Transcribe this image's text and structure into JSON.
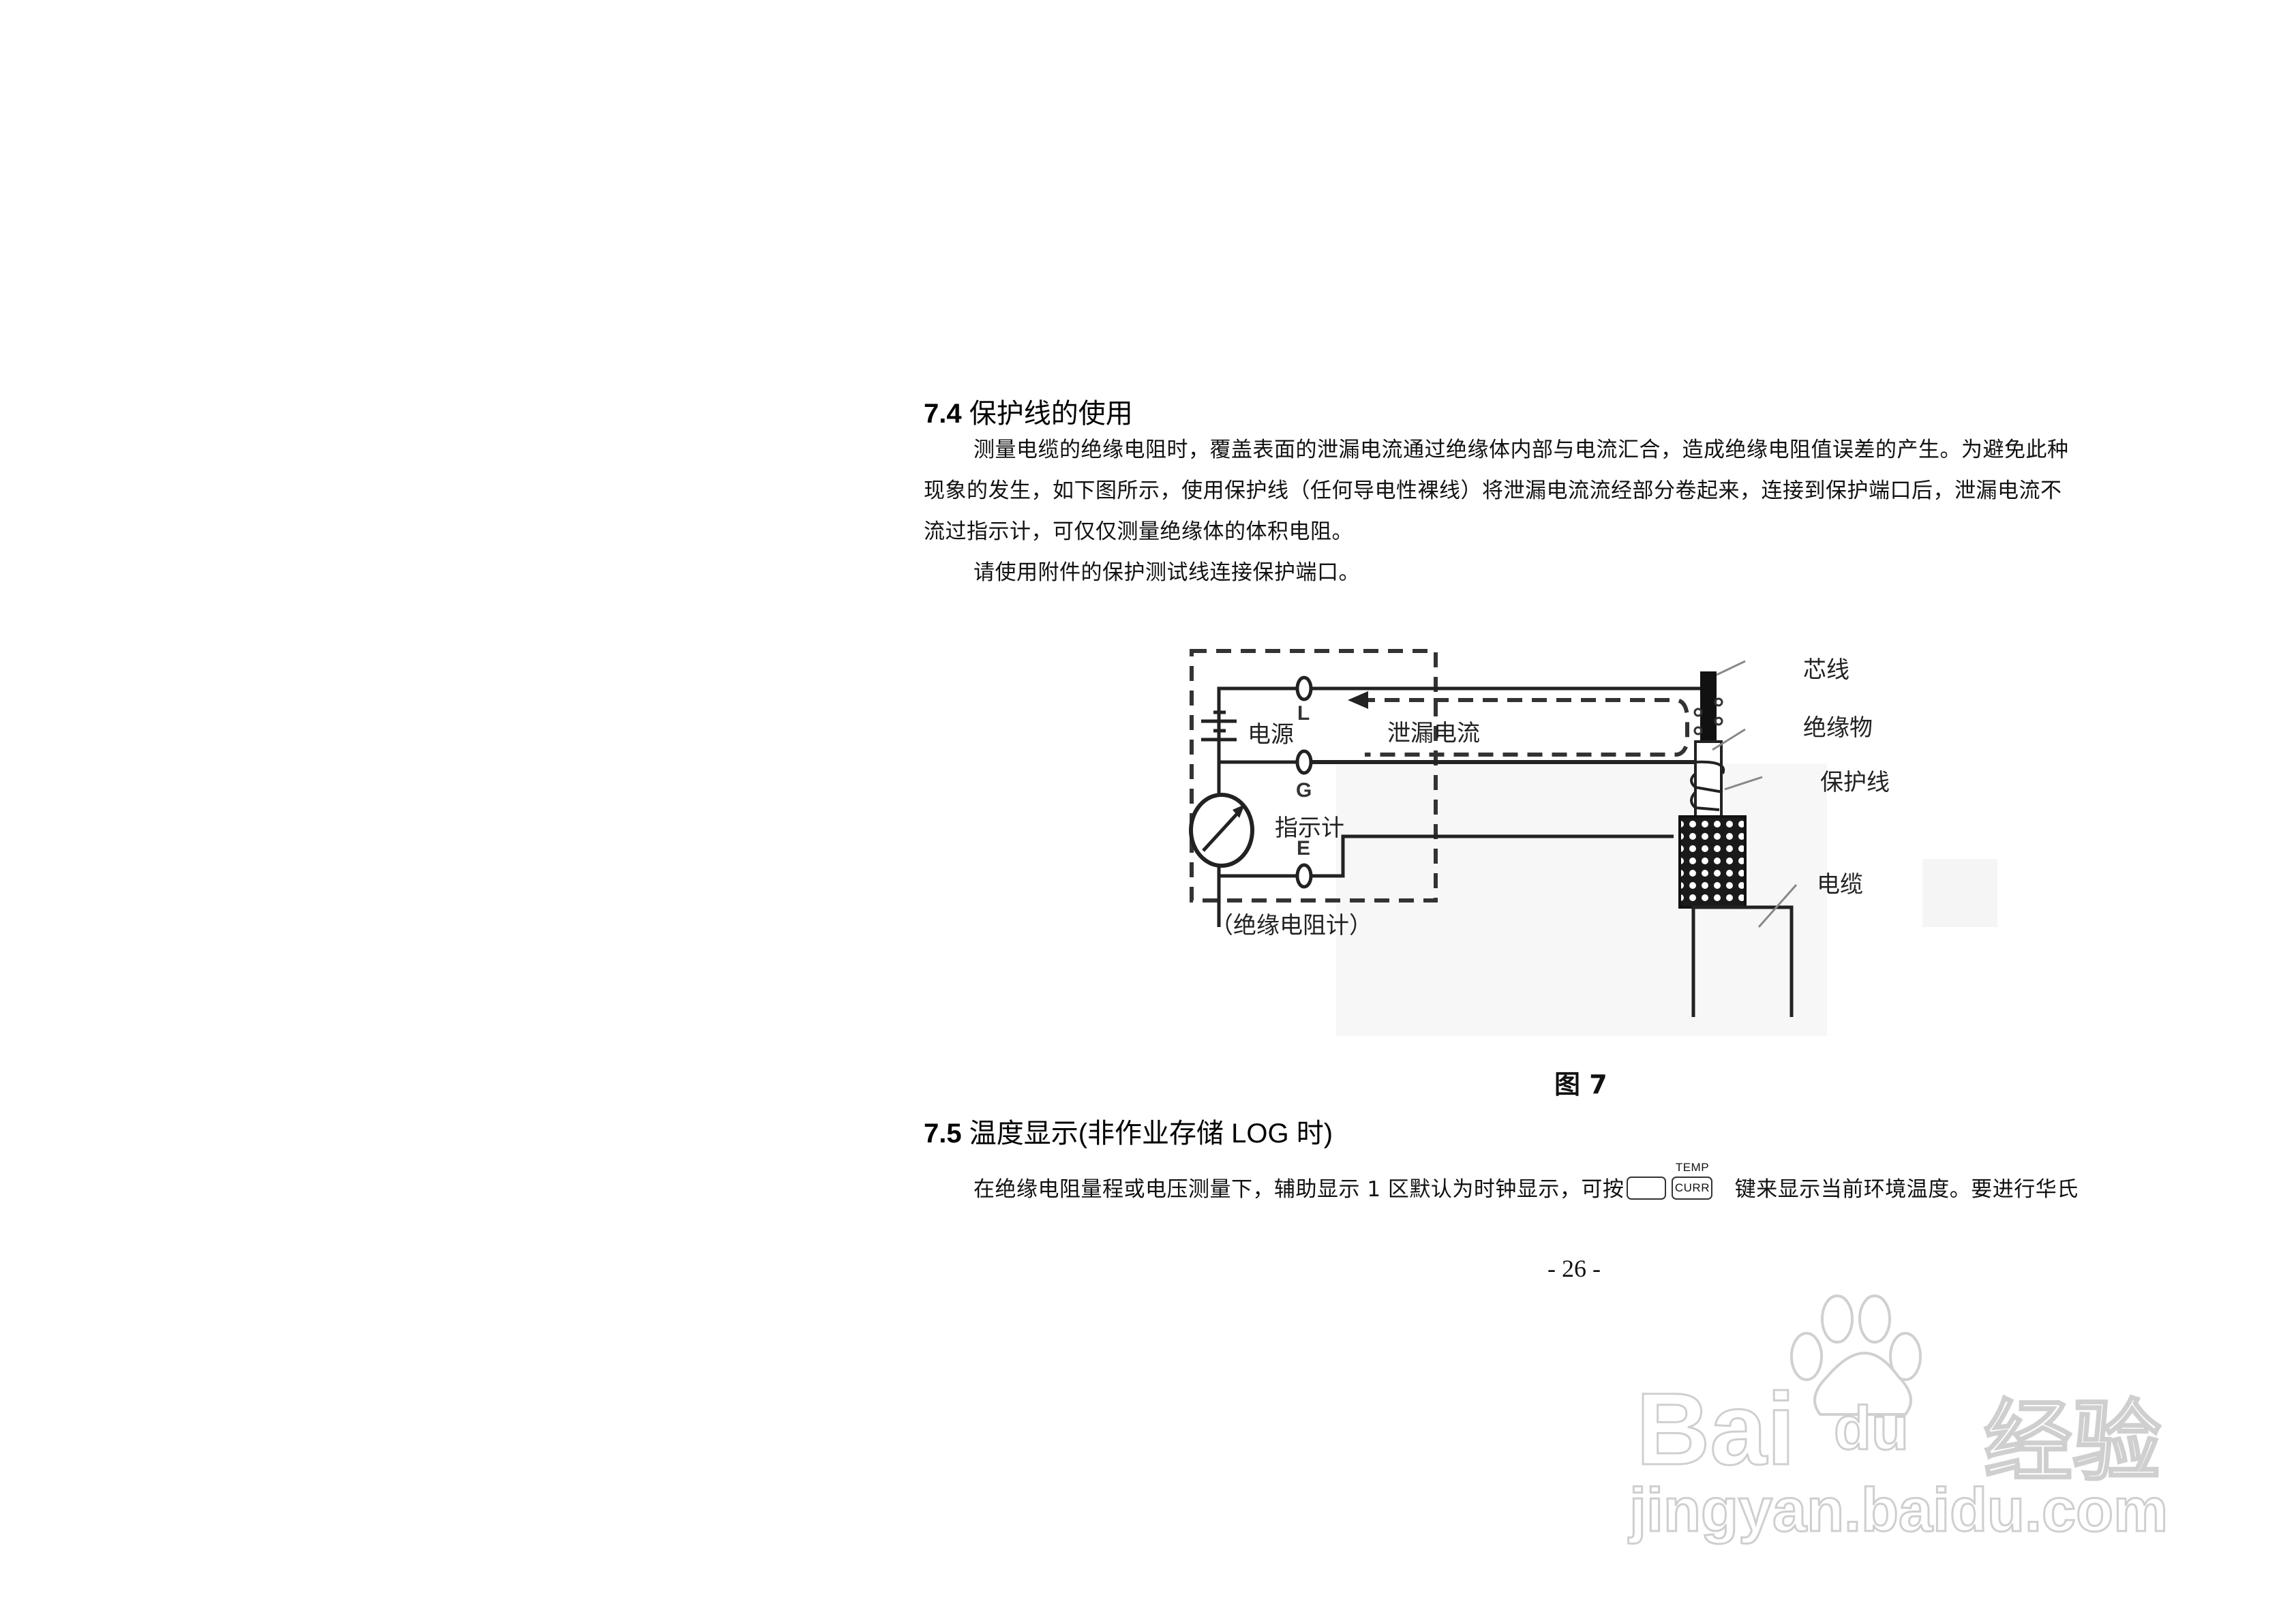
{
  "section_7_4": {
    "number": "7.4",
    "title": "保护线的使用",
    "paragraphs": [
      "测量电缆的绝缘电阻时，覆盖表面的泄漏电流通过绝缘体内部与电流汇合，造成绝缘电阻值误差的产生。为避免此种",
      "现象的发生，如下图所示，使用保护线（任何导电性裸线）将泄漏电流流经部分卷起来，连接到保护端口后，泄漏电流不",
      "流过指示计，可仅仅测量绝缘体的体积电阻。",
      "请使用附件的保护测试线连接保护端口。"
    ]
  },
  "figure": {
    "caption": "图 7",
    "labels": {
      "power": "电源",
      "meter": "指示计",
      "instrument": "（绝缘电阻计）",
      "leakage": "泄漏电流",
      "core": "芯线",
      "insulator": "绝缘物",
      "guard": "保护线",
      "cable": "电缆"
    },
    "terminals": [
      "L",
      "G",
      "E"
    ]
  },
  "section_7_5": {
    "number": "7.5",
    "title": "温度显示(非作业存储 LOG 时)",
    "line_before": "在绝缘电阻量程或电压测量下，辅助显示 1 区默认为时钟显示，可按",
    "key_label": "CURR",
    "key_top_label": "TEMP",
    "line_after": "键来显示当前环境温度。要进行华氏"
  },
  "page_number": "- 26 -",
  "watermark": {
    "brand": "Bai",
    "brand_paw": "du",
    "brand_cn": "经验",
    "url": "jingyan.baidu.com"
  }
}
